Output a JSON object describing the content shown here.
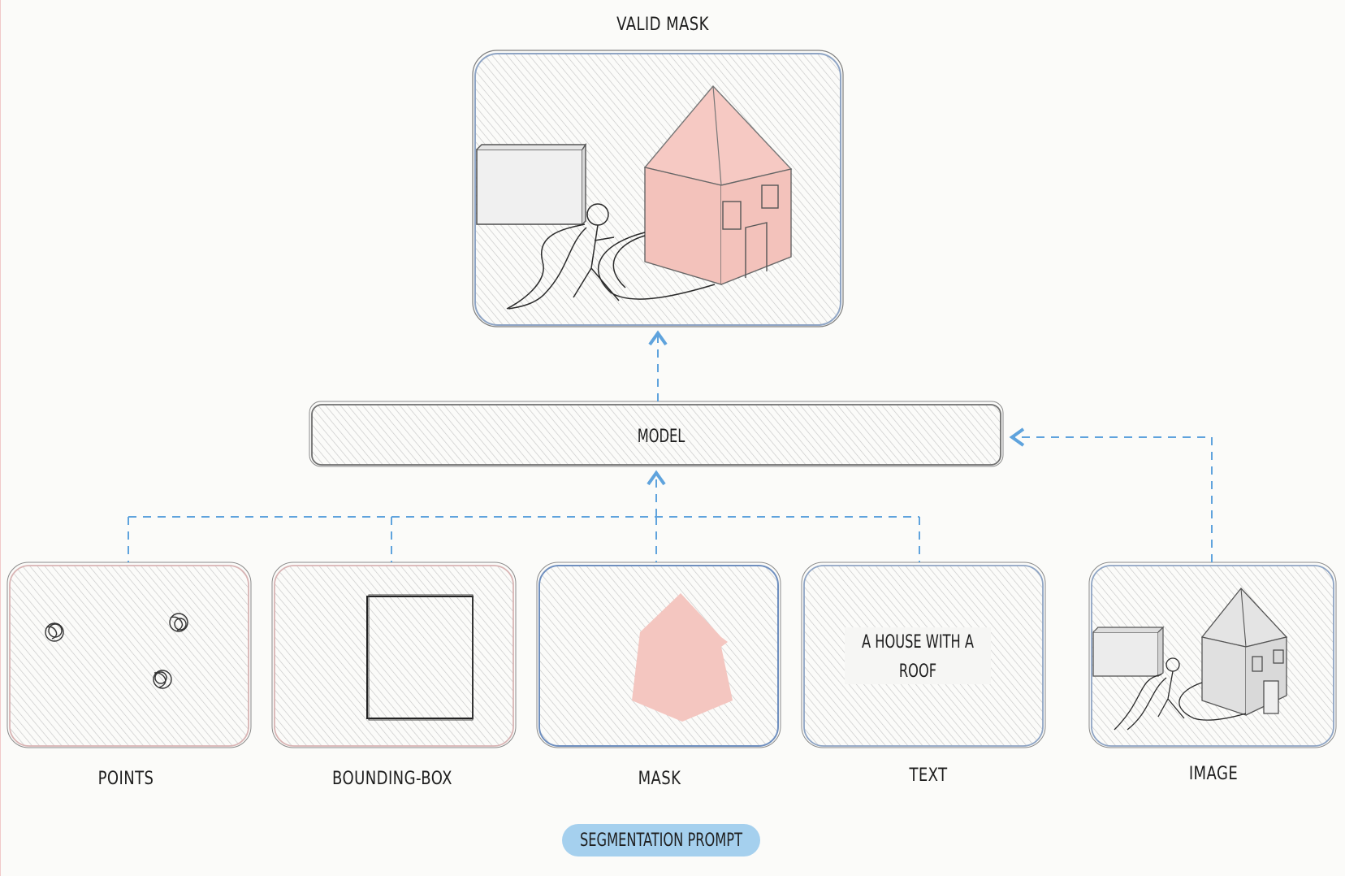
{
  "title": "VALID MASK",
  "model": "MODEL",
  "inputs": {
    "points": "POINTS",
    "bounding_box": "BOUNDING-BOX",
    "mask": "MASK",
    "text": "TEXT",
    "image": "IMAGE"
  },
  "text_prompt": "A HOUSE WITH A ROOF",
  "footer_badge": "SEGMENTATION PROMPT",
  "colors": {
    "mask_fill": "#f4c6c0",
    "arrow": "#5fa3dd",
    "badge": "#a5d0ee",
    "frame_blue": "#8ea4c4",
    "frame_red": "#d9b4b4",
    "hatch": "#c9c9c9"
  }
}
